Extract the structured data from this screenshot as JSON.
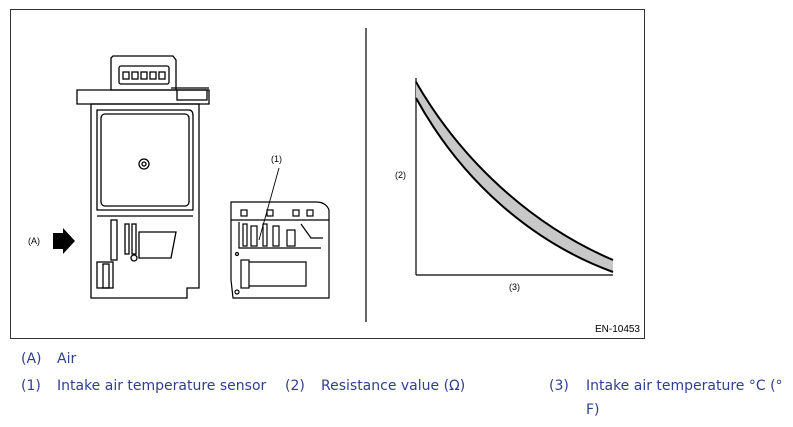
{
  "figure": {
    "id": "EN-10453",
    "callouts": {
      "a": "(A)",
      "one": "(1)",
      "two": "(2)",
      "three": "(3)"
    }
  },
  "chart_data": {
    "type": "line",
    "title": "",
    "ylabel": "(2)",
    "xlabel": "(3)",
    "series": [
      {
        "values": "decreasing curve"
      }
    ],
    "grid": false
  },
  "legend": {
    "a_key": "(A)",
    "a_text": "Air",
    "one_key": "(1)",
    "one_text": "Intake air temperature sensor",
    "two_key": "(2)",
    "two_text": "Resistance value (Ω)",
    "three_key": "(3)",
    "three_text": "Intake air temperature °C (°",
    "three_text_cont": "F)"
  },
  "colors": {
    "legend_text": "#2f3f8f",
    "band_fill": "#c8c8c8"
  }
}
